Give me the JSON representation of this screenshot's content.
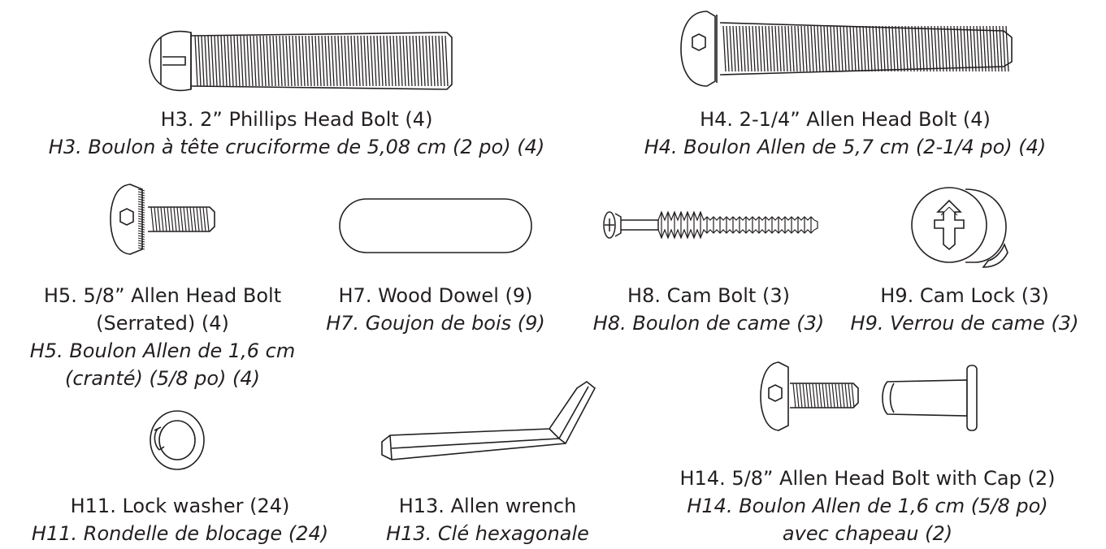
{
  "colors": {
    "ink": "#231f20",
    "paper": "#ffffff"
  },
  "parts": {
    "h3": {
      "en": "H3. 2” Phillips Head Bolt (4)",
      "fr": "H3. Boulon à tête cruciforme de 5,08 cm (2 po) (4)",
      "icon": "phillips-head-bolt"
    },
    "h4": {
      "en": "H4. 2-1/4” Allen Head Bolt (4)",
      "fr": "H4.  Boulon Allen de 5,7 cm (2-1/4 po) (4)",
      "icon": "allen-head-bolt"
    },
    "h5": {
      "en1": "H5. 5/8” Allen Head Bolt",
      "en2": "(Serrated) (4)",
      "fr1": "H5. Boulon Allen de 1,6 cm",
      "fr2": "(cranté) (5/8 po) (4)",
      "icon": "serrated-allen-bolt"
    },
    "h7": {
      "en": "H7. Wood Dowel (9)",
      "fr": "H7. Goujon de bois (9)",
      "icon": "wood-dowel"
    },
    "h8": {
      "en": "H8. Cam Bolt (3)",
      "fr": "H8. Boulon de came (3)",
      "icon": "cam-bolt"
    },
    "h9": {
      "en": "H9. Cam Lock (3)",
      "fr": "H9. Verrou de came (3)",
      "icon": "cam-lock"
    },
    "h11": {
      "en": "H11. Lock washer (24)",
      "fr": "H11. Rondelle de blocage (24)",
      "icon": "lock-washer"
    },
    "h13": {
      "en": "H13. Allen wrench",
      "fr": "H13. Clé hexagonale",
      "icon": "allen-wrench"
    },
    "h14": {
      "en": "H14. 5/8” Allen Head Bolt with Cap (2)",
      "fr1": "H14. Boulon Allen de 1,6 cm (5/8 po)",
      "fr2": "avec chapeau (2)",
      "icon": "allen-bolt-with-cap"
    }
  }
}
